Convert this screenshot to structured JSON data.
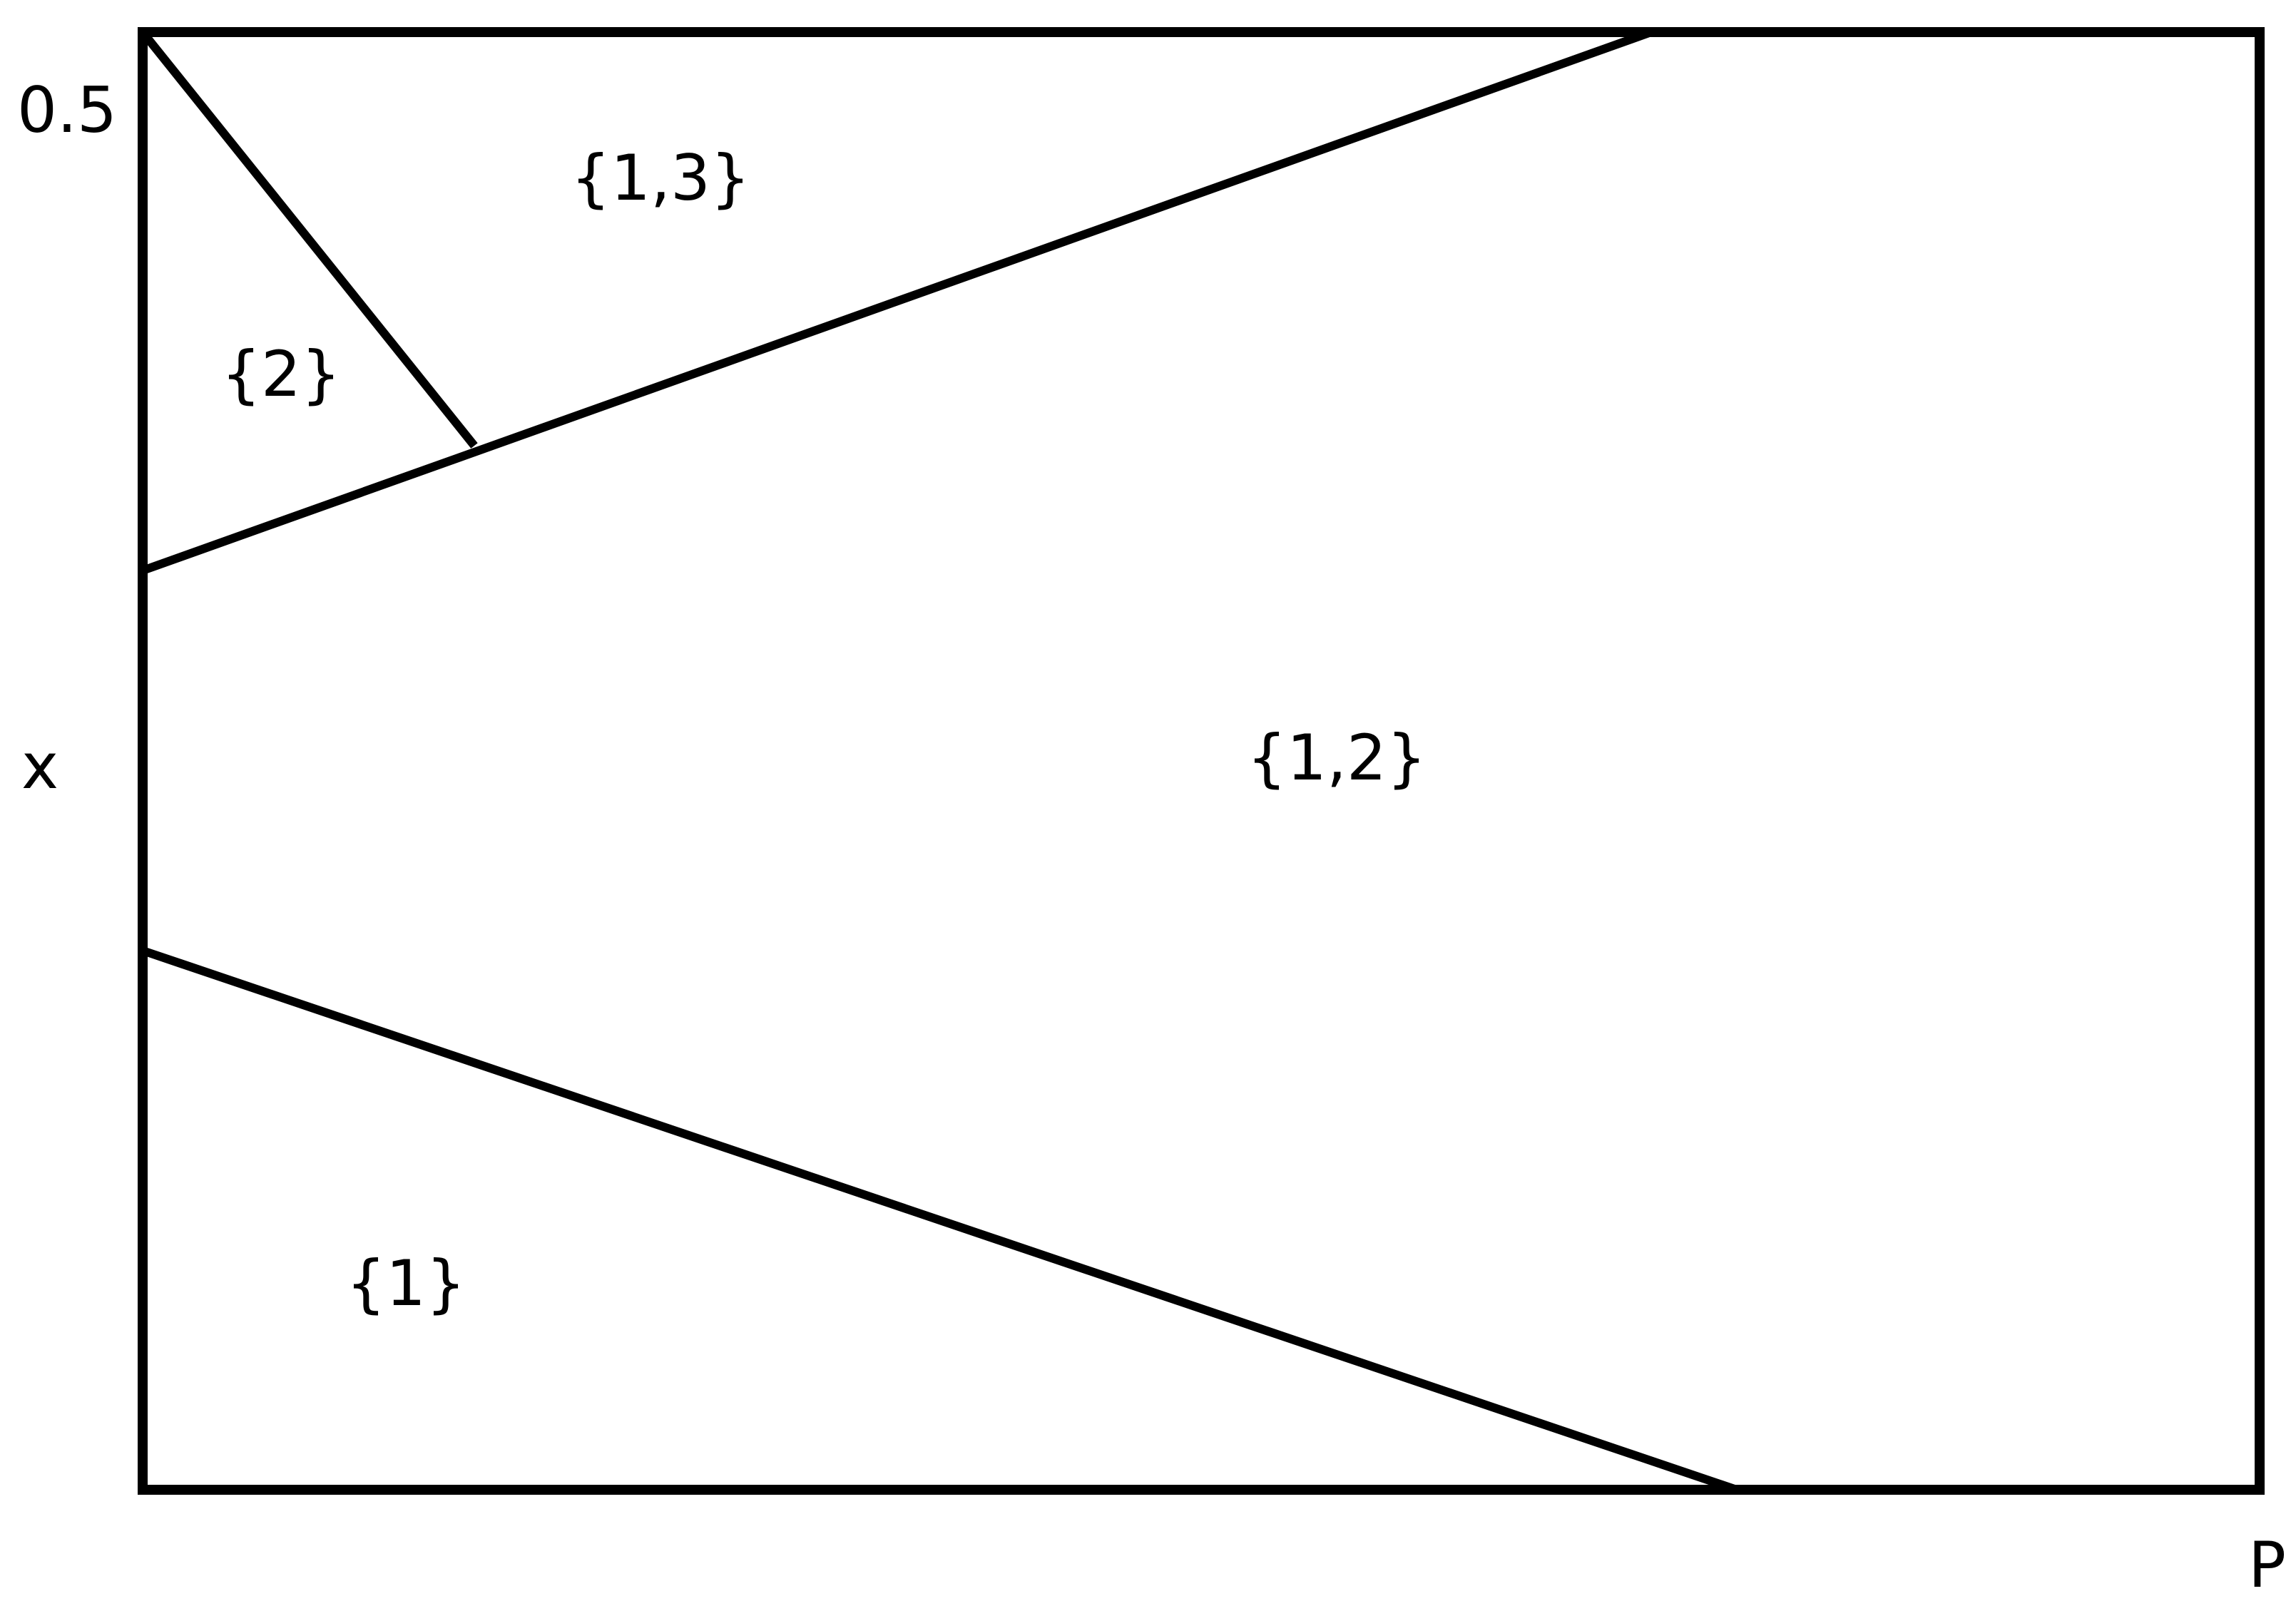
{
  "diagram": {
    "y_tick_label": "0.5",
    "x_axis_label": "P",
    "y_axis_label": "x",
    "regions": {
      "r13": "{1,3}",
      "r2": "{2}",
      "r12": "{1,2}",
      "r1": "{1}"
    }
  }
}
